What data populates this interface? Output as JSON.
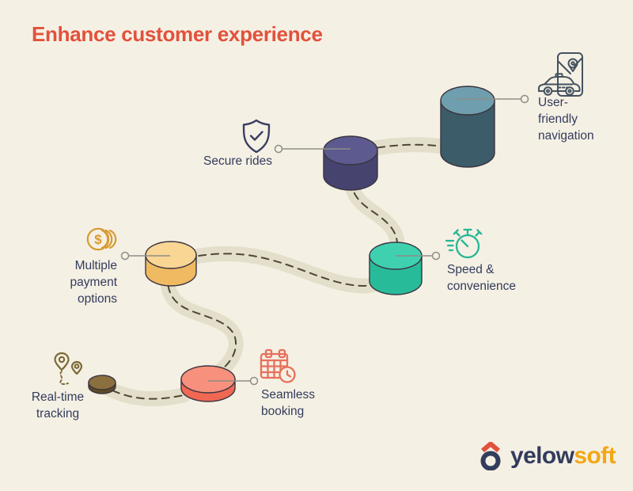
{
  "title": "Enhance customer experience",
  "colors": {
    "background": "#f5f0e4",
    "title": "#e2513c",
    "text": "#323c5d",
    "road": "#e4dfca",
    "road_dash": "#4d4836",
    "connector": "#8f8d88",
    "outline": "#3a3440"
  },
  "milestones": [
    {
      "name": "real-time-tracking",
      "label": "Real-time\ntracking",
      "icon": "map-pins-icon",
      "icon_color": "#7c6a35",
      "top": "#8b6f3e",
      "body": "#5e4a24"
    },
    {
      "name": "seamless-booking",
      "label": "Seamless\nbooking",
      "icon": "calendar-clock-icon",
      "icon_color": "#e7705b",
      "top": "#f7907c",
      "body": "#f06852"
    },
    {
      "name": "multiple-payment-options",
      "label": "Multiple\npayment\noptions",
      "icon": "coins-icon",
      "icon_color": "#d89a2f",
      "top": "#f9d694",
      "body": "#f0ba62"
    },
    {
      "name": "speed-convenience",
      "label": "Speed &\nconvenience",
      "icon": "stopwatch-icon",
      "icon_color": "#26b695",
      "top": "#3fd1af",
      "body": "#28bb9a"
    },
    {
      "name": "secure-rides",
      "label": "Secure rides",
      "icon": "shield-check-icon",
      "icon_color": "#3a3f63",
      "top": "#5c5a8e",
      "body": "#46436f"
    },
    {
      "name": "user-friendly-navigation",
      "label": "User-\nfriendly\nnavigation",
      "icon": "car-navigation-icon",
      "icon_color": "#44525f",
      "top": "#6f9fae",
      "body": "#3b5c68"
    }
  ],
  "icon_glyphs": {
    "dollar": "$"
  },
  "logo": {
    "text_primary": "yelow",
    "text_secondary": "soft",
    "primary_color": "#323c5d",
    "secondary_color": "#f2a713",
    "caret_color": "#e2513c"
  }
}
